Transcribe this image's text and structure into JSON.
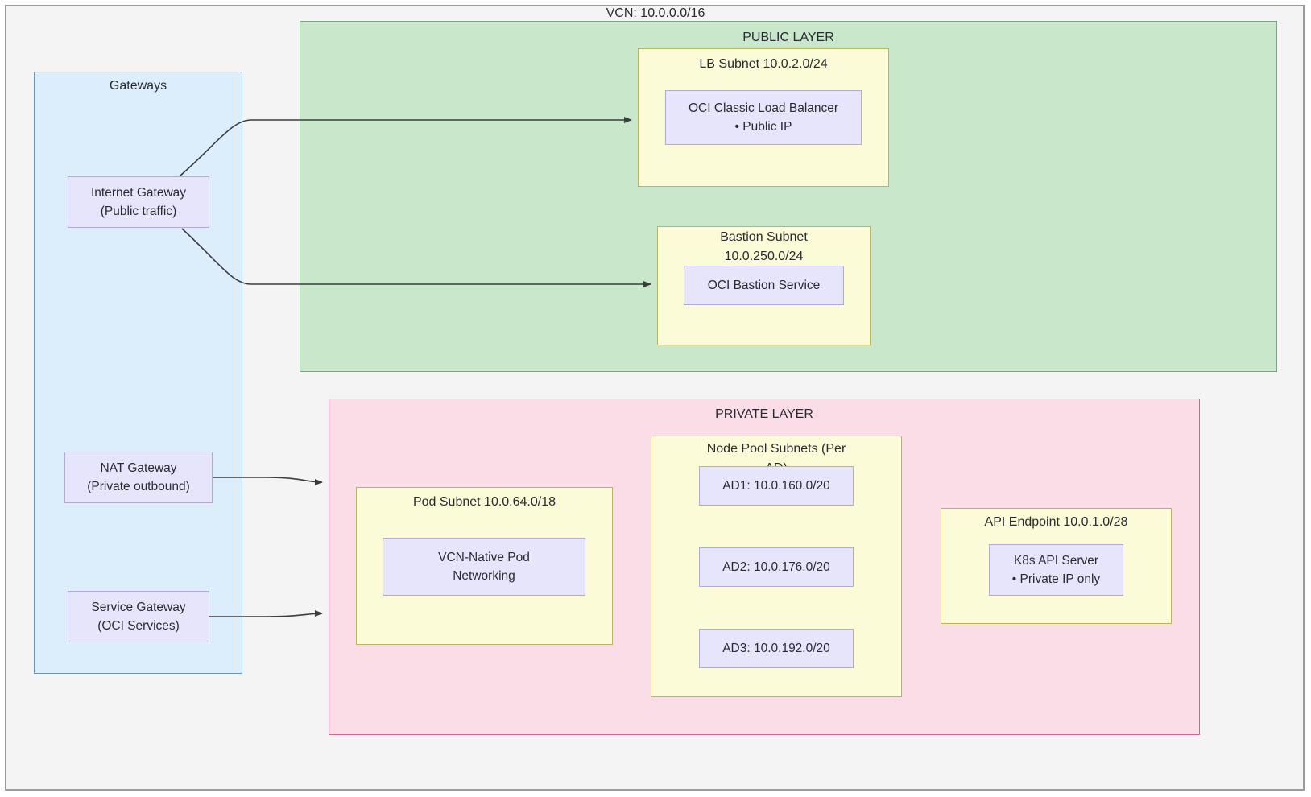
{
  "diagram": {
    "vcn_title": "VCN: 10.0.0.0/16"
  },
  "gateways": {
    "title": "Gateways",
    "items": [
      {
        "name": "internet-gateway",
        "line1": "Internet Gateway",
        "line2": "(Public traffic)"
      },
      {
        "name": "nat-gateway",
        "line1": "NAT Gateway",
        "line2": "(Private outbound)"
      },
      {
        "name": "service-gateway",
        "line1": "Service Gateway",
        "line2": "(OCI Services)"
      }
    ]
  },
  "public_layer": {
    "title": "PUBLIC LAYER",
    "subnets": [
      {
        "name": "lb-subnet",
        "title": "LB Subnet 10.0.2.0/24",
        "node": {
          "line1": "OCI Classic Load Balancer",
          "line2": "• Public IP"
        }
      },
      {
        "name": "bastion-subnet",
        "title_line1": "Bastion Subnet",
        "title_line2": "10.0.250.0/24",
        "node": {
          "line1": "OCI Bastion Service",
          "line2": ""
        }
      }
    ]
  },
  "private_layer": {
    "title": "PRIVATE LAYER",
    "pod_subnet": {
      "title": "Pod Subnet 10.0.64.0/18",
      "node": {
        "line1": "VCN-Native Pod",
        "line2": "Networking"
      }
    },
    "node_pool_subnets": {
      "title_line1": "Node Pool Subnets (Per",
      "title_line2": "AD)",
      "ads": [
        {
          "name": "ad1",
          "label": "AD1: 10.0.160.0/20"
        },
        {
          "name": "ad2",
          "label": "AD2: 10.0.176.0/20"
        },
        {
          "name": "ad3",
          "label": "AD3: 10.0.192.0/20"
        }
      ]
    },
    "api_endpoint_subnet": {
      "title": "API Endpoint 10.0.1.0/28",
      "node": {
        "line1": "K8s API Server",
        "line2": "• Private IP only"
      }
    }
  },
  "colors": {
    "public_layer_fill": "#c9e7cb",
    "public_layer_stroke": "#7ba67f",
    "private_layer_fill": "#fbdde8",
    "private_layer_stroke": "#c96b95",
    "gateways_fill": "#dceefb",
    "gateways_stroke": "#6c95b8",
    "subnet_fill": "#fcfbd7",
    "subnet_stroke": "#b8b464",
    "node_fill": "#e7e5fb",
    "node_stroke": "#b0aad4",
    "frame_fill": "#f4f4f4",
    "frame_stroke": "#9b9b9b",
    "edge_stroke": "#3b3b40",
    "text": "#2b2b33"
  }
}
